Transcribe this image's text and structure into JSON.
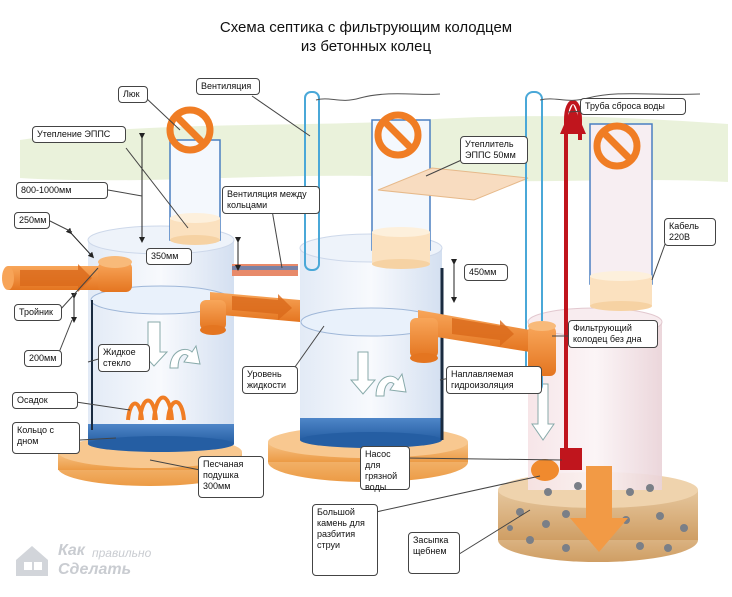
{
  "title_line1": "Схема септика с фильтрующим колодцем",
  "title_line2": "из бетонных колец",
  "labels": {
    "hatch": "Люк",
    "ventilation": "Вентиляция",
    "insulation_epps": "Утепление ЭППС",
    "depth_800_1000": "800-1000мм",
    "ventilation_between": "Вентиляция между кольцами",
    "mm_250": "250мм",
    "mm_350": "350мм",
    "mm_450": "450мм",
    "mm_200": "200мм",
    "tee": "Тройник",
    "liquid_glass": "Жидкое стекло",
    "sediment": "Осадок",
    "ring_with_bottom": "Кольцо с дном",
    "sand_cushion": "Песчаная подушка 300мм",
    "liquid_level": "Уровень жидкости",
    "insulation_epps50": "Утеплитель ЭППС 50мм",
    "overflow_pipe": "Труба сброса воды",
    "cable": "Кабель 220В",
    "filter_well": "Фильтрующий колодец без дна",
    "waterproofing": "Наплавляемая гидроизоляция",
    "dirty_pump": "Насос для грязной воды",
    "big_stone": "Большой камень для разбития струи",
    "gravel_fill": "Засыпка щебнем"
  },
  "watermark": {
    "line1": "Как",
    "line2": "Сделать",
    "small": "правильно"
  },
  "colors": {
    "pipe": "#f08a2e",
    "pipe_dark": "#d9691a",
    "ground_band": "#e6f0d5",
    "tank_blue": "#2f6db5",
    "red_arrow": "#c0151d",
    "sand": "#f3b26a"
  }
}
